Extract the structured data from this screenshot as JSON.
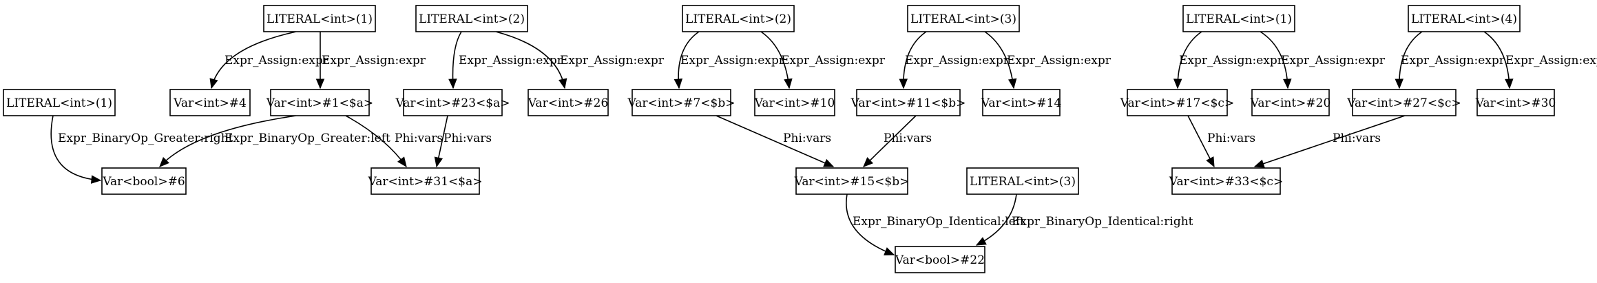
{
  "graph": {
    "nodes": [
      {
        "id": "lit1_a",
        "label": "LITERAL<int>(1)"
      },
      {
        "id": "lit2_a",
        "label": "LITERAL<int>(2)"
      },
      {
        "id": "lit2_b",
        "label": "LITERAL<int>(2)"
      },
      {
        "id": "lit3_b",
        "label": "LITERAL<int>(3)"
      },
      {
        "id": "lit1_c",
        "label": "LITERAL<int>(1)"
      },
      {
        "id": "lit4_c",
        "label": "LITERAL<int>(4)"
      },
      {
        "id": "lit1_cmp",
        "label": "LITERAL<int>(1)"
      },
      {
        "id": "var4",
        "label": "Var<int>#4"
      },
      {
        "id": "var1a",
        "label": "Var<int>#1<$a>"
      },
      {
        "id": "var23a",
        "label": "Var<int>#23<$a>"
      },
      {
        "id": "var26",
        "label": "Var<int>#26"
      },
      {
        "id": "var7b",
        "label": "Var<int>#7<$b>"
      },
      {
        "id": "var10",
        "label": "Var<int>#10"
      },
      {
        "id": "var11b",
        "label": "Var<int>#11<$b>"
      },
      {
        "id": "var14",
        "label": "Var<int>#14"
      },
      {
        "id": "var17c",
        "label": "Var<int>#17<$c>"
      },
      {
        "id": "var20",
        "label": "Var<int>#20"
      },
      {
        "id": "var27c",
        "label": "Var<int>#27<$c>"
      },
      {
        "id": "var30",
        "label": "Var<int>#30"
      },
      {
        "id": "bool6",
        "label": "Var<bool>#6"
      },
      {
        "id": "var31a",
        "label": "Var<int>#31<$a>"
      },
      {
        "id": "var15b",
        "label": "Var<int>#15<$b>"
      },
      {
        "id": "lit3_id",
        "label": "LITERAL<int>(3)"
      },
      {
        "id": "var33c",
        "label": "Var<int>#33<$c>"
      },
      {
        "id": "bool22",
        "label": "Var<bool>#22"
      }
    ],
    "edges": [
      {
        "from": "lit1_a",
        "to": "var4",
        "label": "Expr_Assign:expr"
      },
      {
        "from": "lit1_a",
        "to": "var1a",
        "label": "Expr_Assign:expr"
      },
      {
        "from": "lit2_a",
        "to": "var23a",
        "label": "Expr_Assign:expr"
      },
      {
        "from": "lit2_a",
        "to": "var26",
        "label": "Expr_Assign:expr"
      },
      {
        "from": "lit2_b",
        "to": "var7b",
        "label": "Expr_Assign:expr"
      },
      {
        "from": "lit2_b",
        "to": "var10",
        "label": "Expr_Assign:expr"
      },
      {
        "from": "lit3_b",
        "to": "var11b",
        "label": "Expr_Assign:expr"
      },
      {
        "from": "lit3_b",
        "to": "var14",
        "label": "Expr_Assign:expr"
      },
      {
        "from": "lit1_c",
        "to": "var17c",
        "label": "Expr_Assign:expr"
      },
      {
        "from": "lit1_c",
        "to": "var20",
        "label": "Expr_Assign:expr"
      },
      {
        "from": "lit4_c",
        "to": "var27c",
        "label": "Expr_Assign:expr"
      },
      {
        "from": "lit4_c",
        "to": "var30",
        "label": "Expr_Assign:expr"
      },
      {
        "from": "lit1_cmp",
        "to": "bool6",
        "label": "Expr_BinaryOp_Greater:right"
      },
      {
        "from": "var1a",
        "to": "bool6",
        "label": "Expr_BinaryOp_Greater:left"
      },
      {
        "from": "var1a",
        "to": "var31a",
        "label": "Phi:vars"
      },
      {
        "from": "var23a",
        "to": "var31a",
        "label": "Phi:vars"
      },
      {
        "from": "var7b",
        "to": "var15b",
        "label": "Phi:vars"
      },
      {
        "from": "var11b",
        "to": "var15b",
        "label": "Phi:vars"
      },
      {
        "from": "var17c",
        "to": "var33c",
        "label": "Phi:vars"
      },
      {
        "from": "var27c",
        "to": "var33c",
        "label": "Phi:vars"
      },
      {
        "from": "var15b",
        "to": "bool22",
        "label": "Expr_BinaryOp_Identical:left"
      },
      {
        "from": "lit3_id",
        "to": "bool22",
        "label": "Expr_BinaryOp_Identical:right"
      }
    ]
  }
}
